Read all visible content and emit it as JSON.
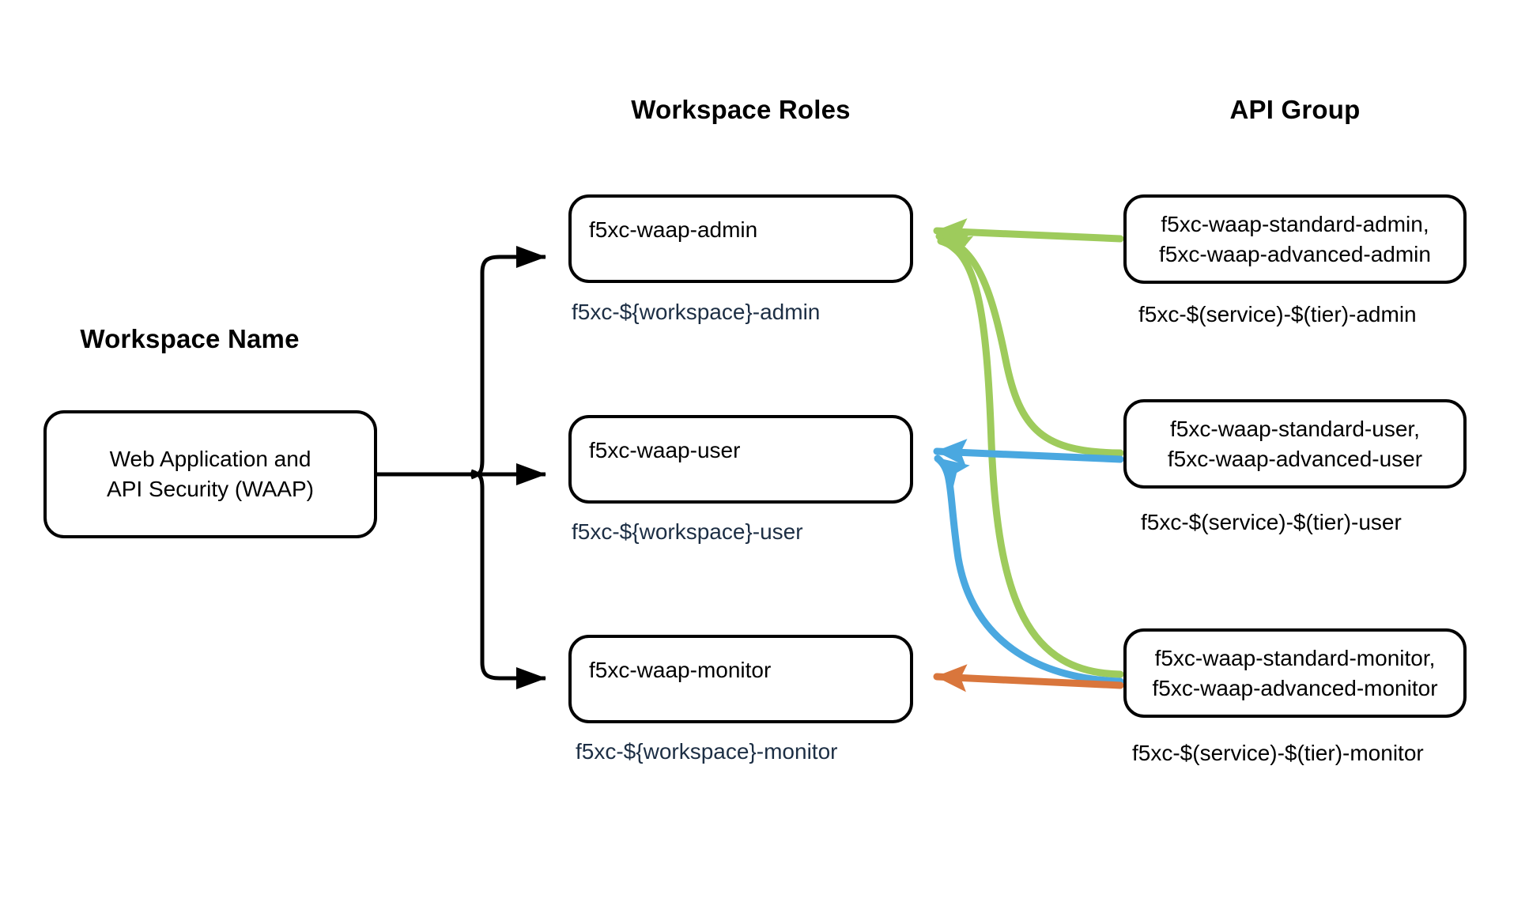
{
  "diagram": {
    "title": "Workspace to Roles to API Group mapping",
    "background": "#ffffff"
  },
  "headings": {
    "workspace_name": "Workspace Name",
    "workspace_roles": "Workspace Roles",
    "api_group": "API Group"
  },
  "workspace": {
    "line1": "Web Application and",
    "line2": "API Security (WAAP)"
  },
  "roles": [
    {
      "id": "admin",
      "box_label": "f5xc-waap-admin",
      "caption": "f5xc-${workspace}-admin"
    },
    {
      "id": "user",
      "box_label": "f5xc-waap-user",
      "caption": "f5xc-${workspace}-user"
    },
    {
      "id": "monitor",
      "box_label": "f5xc-waap-monitor",
      "caption": "f5xc-${workspace}-monitor"
    }
  ],
  "api_groups": [
    {
      "id": "admin",
      "line1": "f5xc-waap-standard-admin,",
      "line2": "f5xc-waap-advanced-admin",
      "caption": "f5xc-$(service)-$(tier)-admin"
    },
    {
      "id": "user",
      "line1": "f5xc-waap-standard-user,",
      "line2": "f5xc-waap-advanced-user",
      "caption": "f5xc-$(service)-$(tier)-user"
    },
    {
      "id": "monitor",
      "line1": "f5xc-waap-standard-monitor,",
      "line2": "f5xc-waap-advanced-monitor",
      "caption": "f5xc-$(service)-$(tier)-monitor"
    }
  ],
  "colors": {
    "green": "#9ECB5C",
    "blue": "#4AA8E0",
    "orange": "#D9763C",
    "black": "#000000",
    "role_caption_text": "#1c2e44",
    "box_border": "#000000",
    "box_fill": "#ffffff"
  },
  "connectors": [
    {
      "id": "workspace-to-admin",
      "color": "#000000",
      "from": "workspace",
      "to": "role-admin"
    },
    {
      "id": "workspace-to-user",
      "color": "#000000",
      "from": "workspace",
      "to": "role-user"
    },
    {
      "id": "workspace-to-monitor",
      "color": "#000000",
      "from": "workspace",
      "to": "role-monitor"
    },
    {
      "id": "api-admin-to-role-admin",
      "color": "#9ECB5C",
      "from": "api-admin",
      "to": "role-admin"
    },
    {
      "id": "api-user-to-role-admin",
      "color": "#9ECB5C",
      "from": "api-user",
      "to": "role-admin"
    },
    {
      "id": "api-monitor-to-role-admin",
      "color": "#9ECB5C",
      "from": "api-monitor",
      "to": "role-admin"
    },
    {
      "id": "api-user-to-role-user",
      "color": "#4AA8E0",
      "from": "api-user",
      "to": "role-user"
    },
    {
      "id": "api-monitor-to-role-user",
      "color": "#4AA8E0",
      "from": "api-monitor",
      "to": "role-user"
    },
    {
      "id": "api-monitor-to-role-monitor",
      "color": "#D9763C",
      "from": "api-monitor",
      "to": "role-monitor"
    }
  ]
}
